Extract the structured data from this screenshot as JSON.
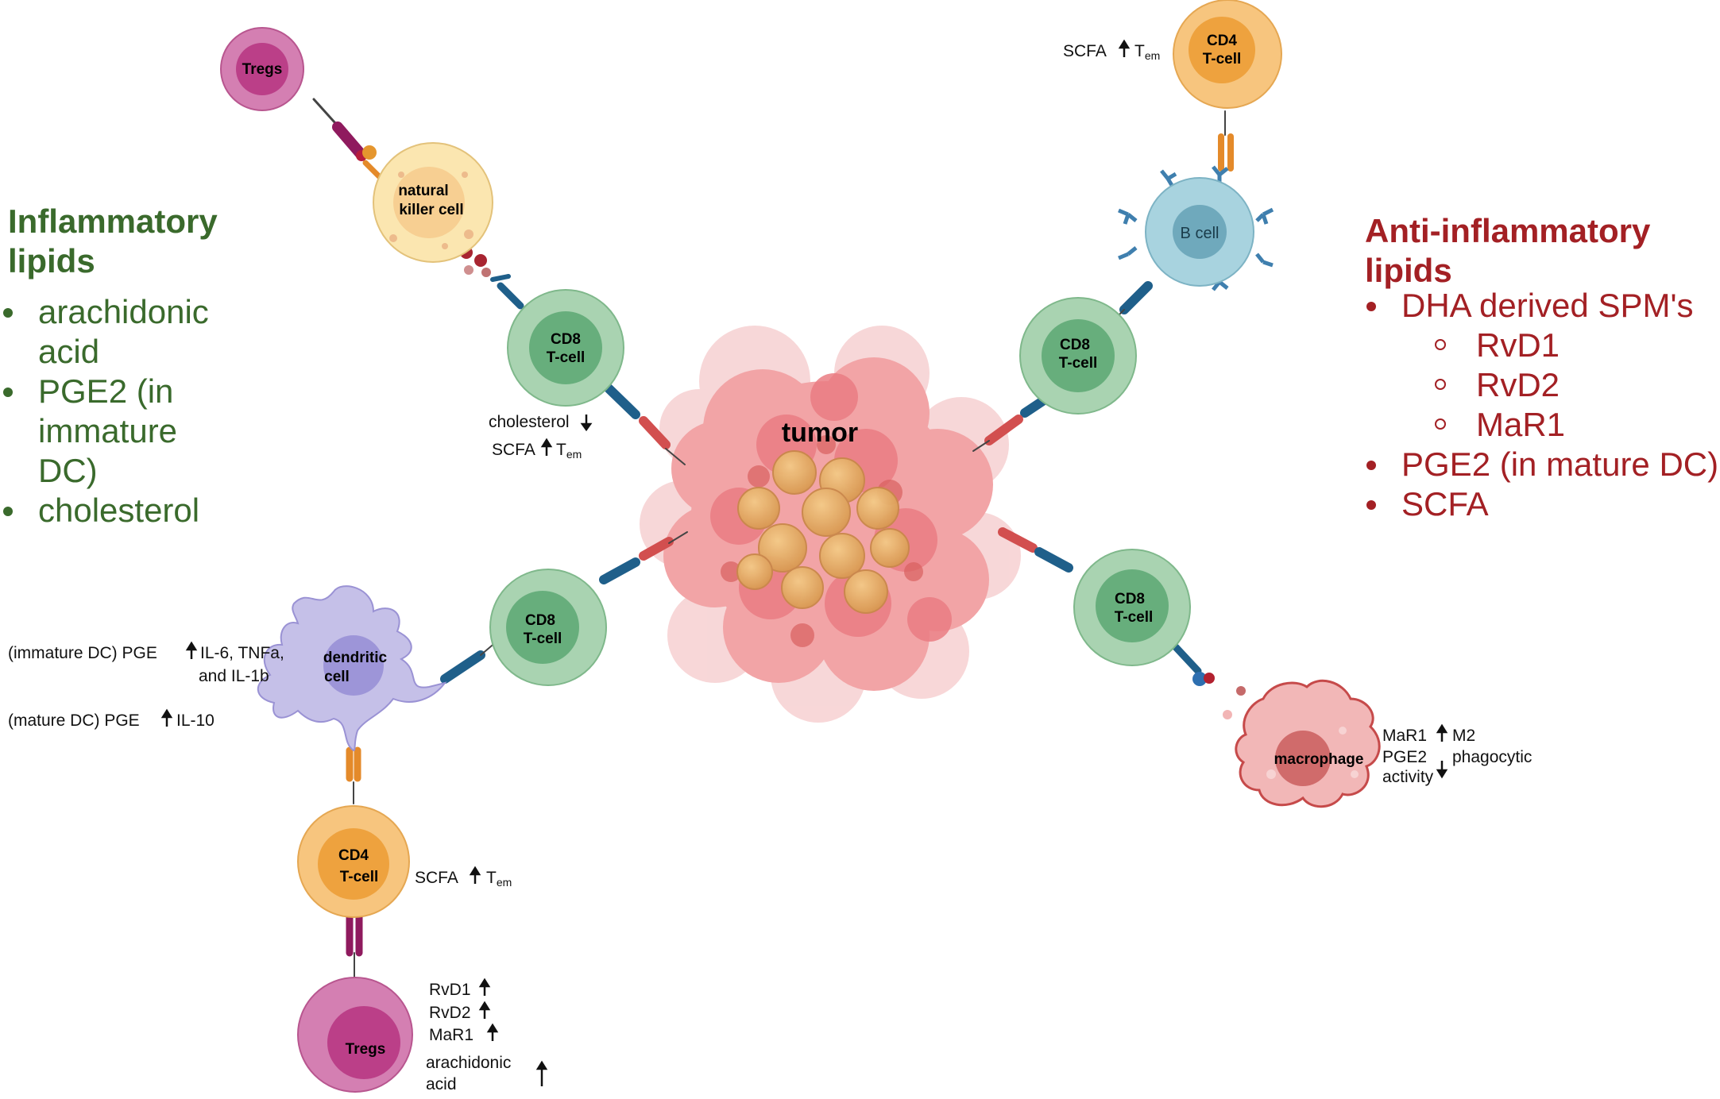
{
  "inflammatory": {
    "title": [
      "Inflammatory",
      "lipids"
    ],
    "items": [
      [
        "arachidonic",
        "acid"
      ],
      [
        "PGE2 (in",
        "immature",
        "DC)"
      ],
      [
        "cholesterol"
      ]
    ]
  },
  "anti_inflammatory": {
    "title": [
      "Anti-inflammatory",
      "lipids"
    ],
    "items": [
      {
        "text": "DHA derived SPM's",
        "level": 1
      },
      {
        "text": "RvD1",
        "level": 2
      },
      {
        "text": "RvD2",
        "level": 2
      },
      {
        "text": "MaR1",
        "level": 2
      },
      {
        "text": "PGE2 (in mature DC)",
        "level": 1
      },
      {
        "text": "SCFA",
        "level": 1
      }
    ]
  },
  "tumor_label": "tumor",
  "cells": {
    "tregs_top": "Tregs",
    "nk": [
      "natural",
      "killer cell"
    ],
    "cd8_tl": [
      "CD8",
      "T-cell"
    ],
    "cd4_top": [
      "CD4",
      "T-cell"
    ],
    "bcell": "B cell",
    "cd8_tr": [
      "CD8",
      "T-cell"
    ],
    "cd8_bl": [
      "CD8",
      "T-cell"
    ],
    "dendritic": [
      "dendritic",
      "cell"
    ],
    "cd8_br": [
      "CD8",
      "T-cell"
    ],
    "macrophage": "macrophage",
    "cd4_bottom": [
      "CD4",
      "T-cell"
    ],
    "tregs_bottom": "Tregs"
  },
  "notes": {
    "cholesterol": "cholesterol",
    "scfa": "SCFA",
    "tem_t": "T",
    "tem_sub": "em",
    "immature_dc_1": "(immature DC) PGE",
    "immature_dc_2": "IL-6, TNFa,",
    "immature_dc_3": "and  IL-1b",
    "mature_dc_1": "(mature DC) PGE",
    "mature_dc_2": "IL-10",
    "mar1": "MaR1",
    "m2": "M2",
    "pge2": "PGE2",
    "phago": "phagocytic",
    "activity": "activity",
    "rvd1": "RvD1",
    "rvd2": "RvD2",
    "mar1_b": "MaR1",
    "arach_1": "arachidonic",
    "arach_2": "acid"
  },
  "colors": {
    "green_text": "#3a6a2c",
    "red_text": "#a32024",
    "cd8_outer": "#a9d3b1",
    "cd8_inner": "#67ae7c",
    "cd4_outer": "#f7c57e",
    "cd4_inner": "#eea23e",
    "treg_outer": "#d47fb2",
    "treg_inner": "#bb3f88",
    "nk_outer": "#fbe6b0",
    "bcell_outer": "#a8d3df",
    "dc": "#c5c0e8",
    "macrophage": "#f2b7b7"
  }
}
